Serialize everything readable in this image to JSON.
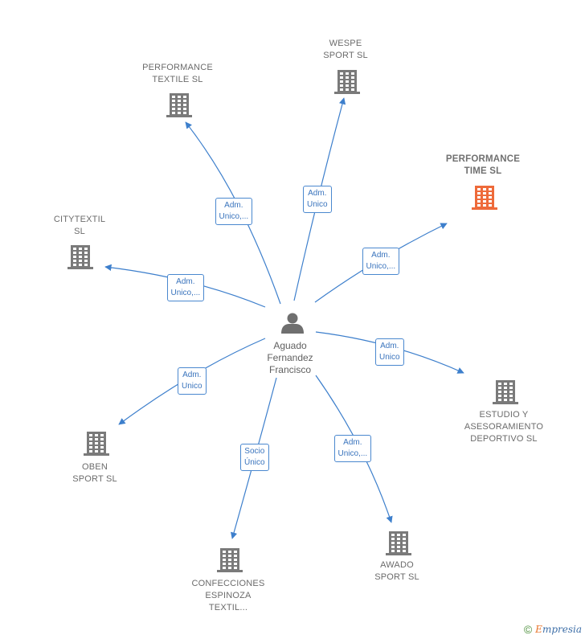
{
  "center": {
    "name": "Aguado\nFernandez\nFrancisco"
  },
  "companies": [
    {
      "id": "performance-textile",
      "label": "PERFORMANCE\nTEXTILE  SL",
      "role": "Adm.\nUnico,...",
      "highlight": false
    },
    {
      "id": "wespe-sport",
      "label": "WESPE\nSPORT SL",
      "role": "Adm.\nUnico",
      "highlight": false
    },
    {
      "id": "performance-time",
      "label": "PERFORMANCE\nTIME  SL",
      "role": "Adm.\nUnico,...",
      "highlight": true
    },
    {
      "id": "citytextil",
      "label": "CITYTEXTIL\nSL",
      "role": "Adm.\nUnico,...",
      "highlight": false
    },
    {
      "id": "estudio-asesoramiento",
      "label": "ESTUDIO Y\nASESORAMIENTO\nDEPORTIVO SL",
      "role": "Adm.\nUnico",
      "highlight": false
    },
    {
      "id": "oben-sport",
      "label": "OBEN\nSPORT  SL",
      "role": "Adm.\nUnico",
      "highlight": false
    },
    {
      "id": "confecciones-espinoza",
      "label": "CONFECCIONES\nESPINOZA\nTEXTIL...",
      "role": "Socio\nÚnico",
      "highlight": false
    },
    {
      "id": "awado-sport",
      "label": "AWADO\nSPORT  SL",
      "role": "Adm.\nUnico,...",
      "highlight": false
    }
  ],
  "colors": {
    "edge": "#3d7fcc",
    "building": "#7a7a7a",
    "building_highlight": "#ee6a3a",
    "person": "#6f6f6f"
  },
  "icons": {
    "company": "building-icon",
    "person": "person-icon"
  },
  "footer": {
    "copyright": "©",
    "brand_first": "E",
    "brand_rest": "mpresia"
  }
}
